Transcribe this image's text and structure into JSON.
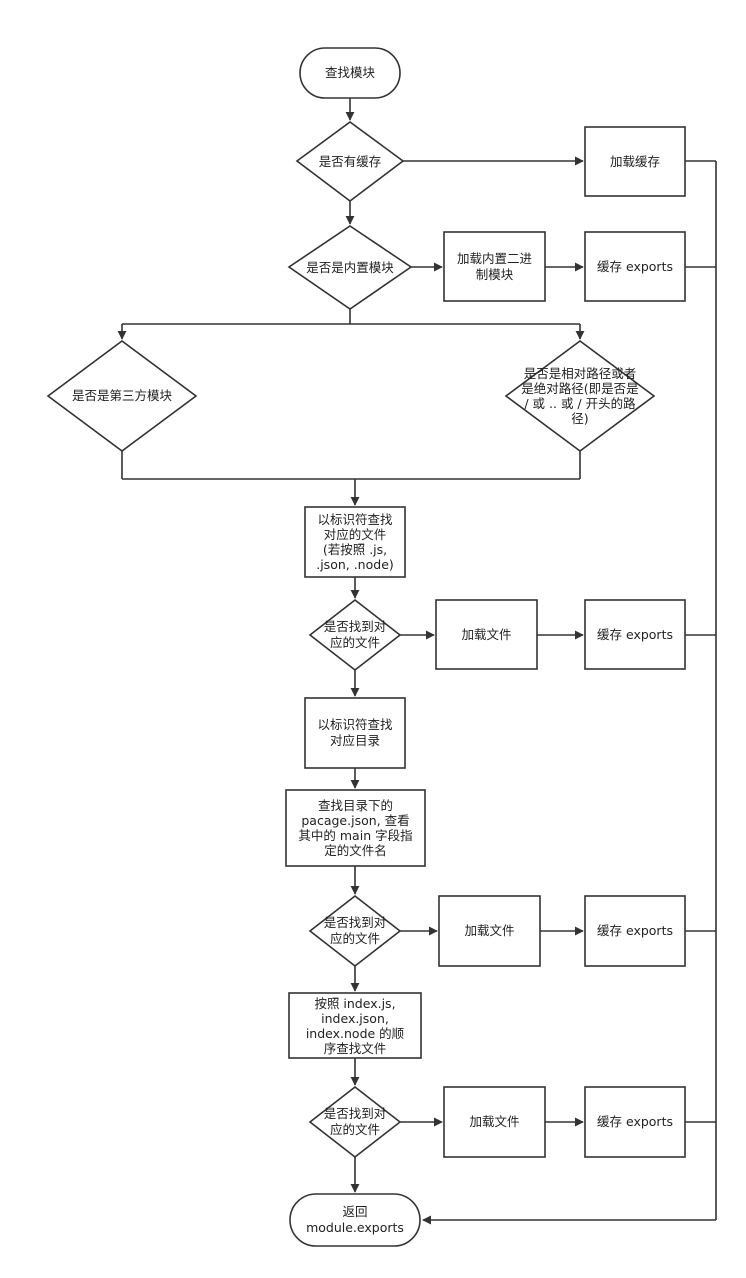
{
  "nodes": {
    "start": "查找模块",
    "has_cache": "是否有缓存",
    "load_cache": "加载缓存",
    "is_builtin": "是否是内置模块",
    "load_builtin": "加载内置二进\n制模块",
    "cache_exports_1": "缓存 exports",
    "is_third_party": "是否是第三方模块",
    "is_path": "是否是相对路径或者\n是绝对路径(即是否是\n/ 或 .. 或 / 开头的路\n径)",
    "find_file": "以标识符查找\n对应的文件\n(若按照 .js,\n.json, .node)",
    "found_file_1": "是否找到对\n应的文件",
    "load_file_1": "加载文件",
    "cache_exports_2": "缓存 exports",
    "find_dir": "以标识符查找\n对应目录",
    "find_package": "查找目录下的\npacage.json, 查看\n其中的 main 字段指\n定的文件名",
    "found_file_2": "是否找到对\n应的文件",
    "load_file_2": "加载文件",
    "cache_exports_3": "缓存 exports",
    "find_index": "按照 index.js,\nindex.json,\nindex.node 的顺\n序查找文件",
    "found_file_3": "是否找到对\n应的文件",
    "load_file_3": "加载文件",
    "cache_exports_4": "缓存 exports",
    "end": "返回\nmodule.exports"
  }
}
